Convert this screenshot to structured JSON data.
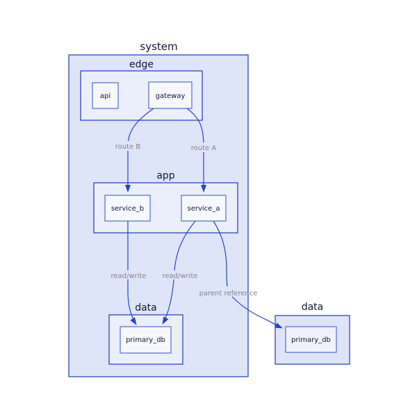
{
  "colors": {
    "page-bg": "#ffffff",
    "system-fill": "#dfe5f8",
    "nested-cluster-fill": "#ebeffb",
    "node-fill": "#f6f8fd",
    "external-node-fill": "#eff2fb",
    "cluster-stroke": "#1c38c0",
    "node-stroke": "#3050c8",
    "edge-stroke": "#2343c8",
    "edge-label-color": "#83838a",
    "title-color": "#111539"
  },
  "clusters": {
    "system": {
      "label": "system"
    },
    "edge": {
      "label": "edge"
    },
    "app": {
      "label": "app"
    },
    "data_internal": {
      "label": "data"
    },
    "data_external": {
      "label": "data"
    }
  },
  "nodes": {
    "api": {
      "label": "api"
    },
    "gateway": {
      "label": "gateway"
    },
    "service_b": {
      "label": "service_b"
    },
    "service_a": {
      "label": "service_a"
    },
    "primary_db_internal": {
      "label": "primary_db"
    },
    "primary_db_external": {
      "label": "primary_db"
    }
  },
  "edges": [
    {
      "from": "gateway",
      "to": "service_b",
      "label": "route B"
    },
    {
      "from": "gateway",
      "to": "service_a",
      "label": "route A"
    },
    {
      "from": "service_b",
      "to": "primary_db_internal",
      "label": "read/write"
    },
    {
      "from": "service_a",
      "to": "primary_db_internal",
      "label": "read/write"
    },
    {
      "from": "service_a",
      "to": "primary_db_external",
      "label": "parent reference"
    }
  ]
}
